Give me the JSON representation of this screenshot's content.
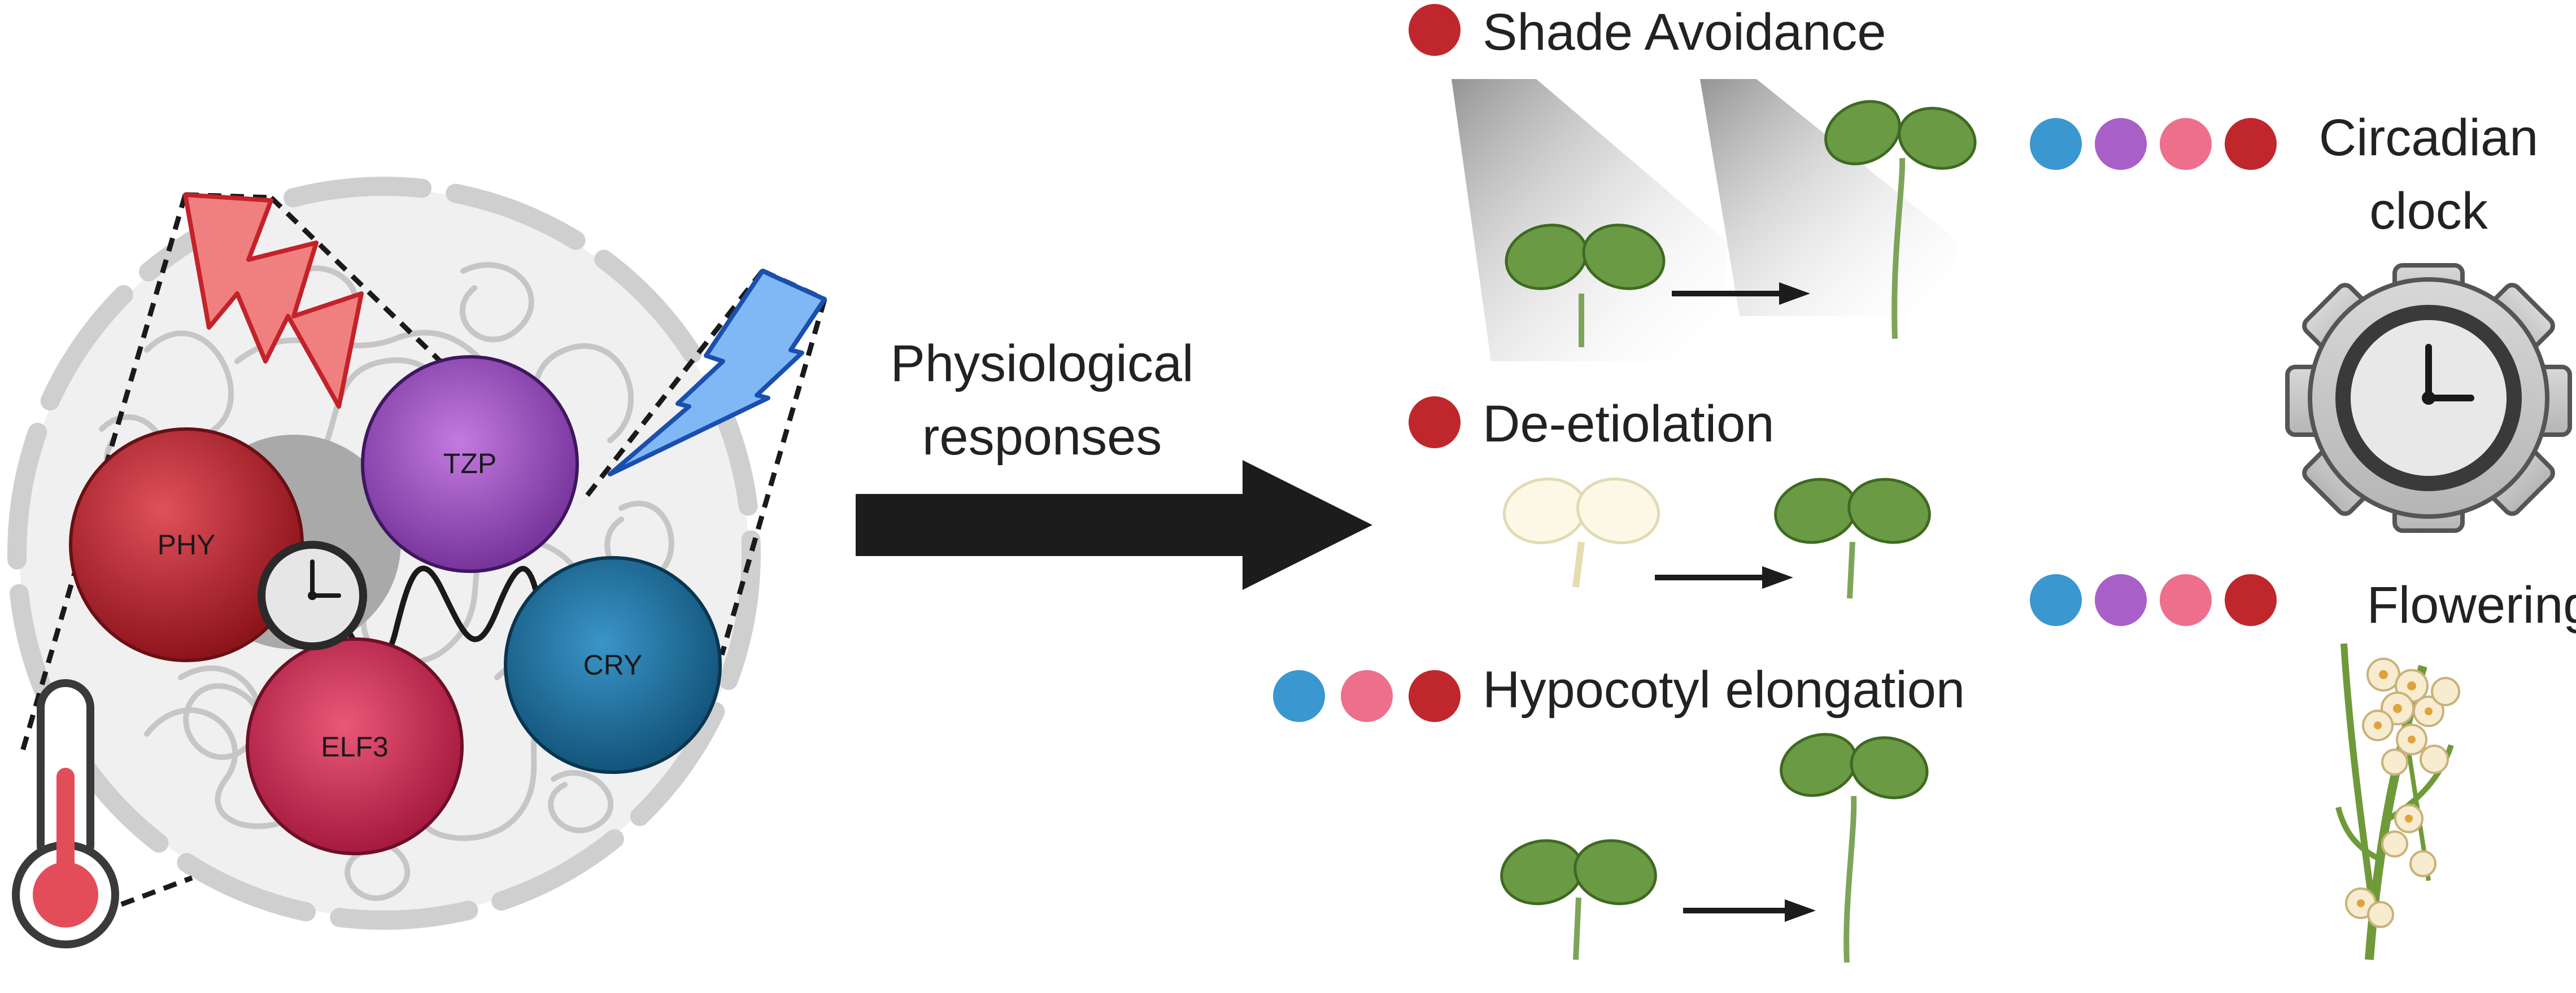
{
  "colors": {
    "phy": "#b3202a",
    "tzp": "#9b4fbf",
    "cry": "#1e6f9c",
    "elf3": "#c8284f",
    "dot_red": "#c0272d",
    "dot_blue": "#3a97d0",
    "dot_purple": "#a95fc8",
    "dot_pink": "#ee6f8c",
    "leaf": "#6b9a45",
    "red_bolt": "#f08080",
    "blue_bolt": "#7fb8f5"
  },
  "nucleus": {
    "phy_label": "PHY",
    "tzp_label": "TZP",
    "cry_label": "CRY",
    "elf3_label": "ELF3"
  },
  "arrow_label_line1": "Physiological",
  "arrow_label_line2": "responses",
  "responses": {
    "shade_avoidance": "Shade Avoidance",
    "de_etiolation": "De-etiolation",
    "hypocotyl": "Hypocotyl elongation"
  },
  "outputs": {
    "circadian_line1": "Circadian",
    "circadian_line2": "clock",
    "flowering": "Flowering"
  }
}
